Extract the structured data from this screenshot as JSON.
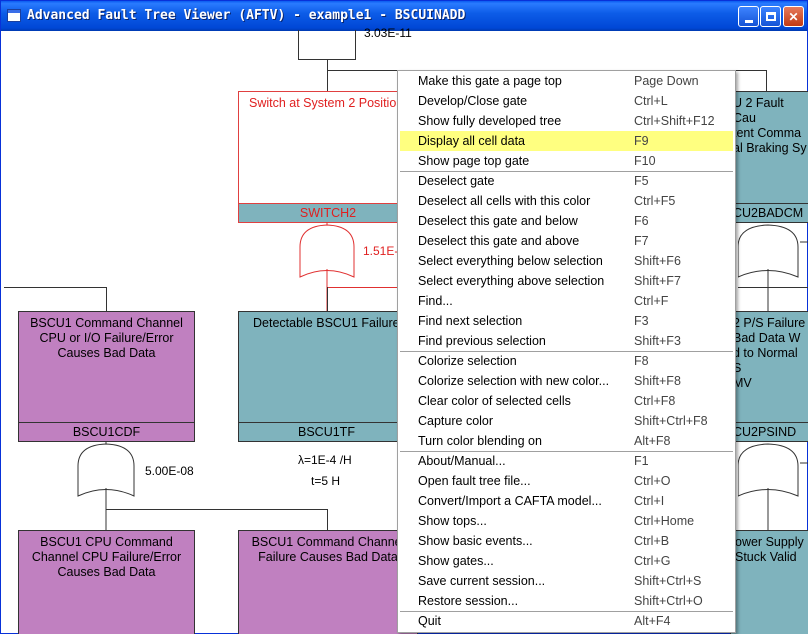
{
  "window": {
    "title": "Advanced Fault Tree Viewer (AFTV) - example1 - BSCUINADD"
  },
  "tree": {
    "top_prob": "3.03E-11",
    "switch_node": {
      "desc": "Switch at System 2 Positio",
      "id": "SWITCH2",
      "prob": "1.51E-0"
    },
    "bscu2_fault": {
      "desc": "U 2 Fault Cau\ntent Comma\nal Braking Sy"
    },
    "bscu2badc": {
      "id": "CU2BADCM"
    },
    "bscu1cdf": {
      "desc": "BSCU1 Command Channel\nCPU or I/O Failure/Error\nCauses Bad Data",
      "id": "BSCU1CDF",
      "prob": "5.00E-08"
    },
    "bscu1tf": {
      "desc": "Detectable BSCU1 Failure",
      "id": "BSCU1TF",
      "lambda": "λ=1E-4 /H",
      "time": "t=5 H"
    },
    "bscu2ps": {
      "desc": "2 P/S Failure\nBad Data W\nd to Normal S\nMV",
      "id": "CU2PSIND"
    },
    "bscu1cpu": {
      "desc": "BSCU1 CPU Command\nChannel CPU Failure/Error\nCauses Bad Data"
    },
    "bscu1cmd": {
      "desc": "BSCU1 Command Channel\nFailure Causes Bad Data"
    },
    "power_supply": {
      "desc": "ower Supply\nStuck Valid"
    }
  },
  "menu": {
    "items": [
      {
        "label": "Make this gate a page top",
        "key": "Page Down"
      },
      {
        "label": "Develop/Close gate",
        "key": "Ctrl+L"
      },
      {
        "label": "Show fully developed tree",
        "key": "Ctrl+Shift+F12"
      },
      {
        "label": "Display all cell data",
        "key": "F9"
      },
      {
        "label": "Show page top gate",
        "key": "F10"
      },
      {
        "label": "Deselect gate",
        "key": "F5"
      },
      {
        "label": "Deselect all cells with this color",
        "key": "Ctrl+F5"
      },
      {
        "label": "Deselect this gate and below",
        "key": "F6"
      },
      {
        "label": "Deselect this gate and above",
        "key": "F7"
      },
      {
        "label": "Select everything below selection",
        "key": "Shift+F6"
      },
      {
        "label": "Select everything above selection",
        "key": "Shift+F7"
      },
      {
        "label": "Find...",
        "key": "Ctrl+F"
      },
      {
        "label": "Find next selection",
        "key": "F3"
      },
      {
        "label": "Find previous selection",
        "key": "Shift+F3"
      },
      {
        "label": "Colorize selection",
        "key": "F8"
      },
      {
        "label": "Colorize selection with new color...",
        "key": "Shift+F8"
      },
      {
        "label": "Clear color of selected cells",
        "key": "Ctrl+F8"
      },
      {
        "label": "Capture color",
        "key": "Shift+Ctrl+F8"
      },
      {
        "label": "Turn color blending on",
        "key": "Alt+F8"
      },
      {
        "label": "About/Manual...",
        "key": "F1"
      },
      {
        "label": "Open fault tree file...",
        "key": "Ctrl+O"
      },
      {
        "label": "Convert/Import a CAFTA model...",
        "key": "Ctrl+I"
      },
      {
        "label": "Show tops...",
        "key": "Ctrl+Home"
      },
      {
        "label": "Show basic events...",
        "key": "Ctrl+B"
      },
      {
        "label": "Show gates...",
        "key": "Ctrl+G"
      },
      {
        "label": "Save current session...",
        "key": "Shift+Ctrl+S"
      },
      {
        "label": "Restore session...",
        "key": "Shift+Ctrl+O"
      },
      {
        "label": "Quit",
        "key": "Alt+F4"
      }
    ],
    "highlighted_index": 3,
    "highlight_color": "#ffff80"
  }
}
